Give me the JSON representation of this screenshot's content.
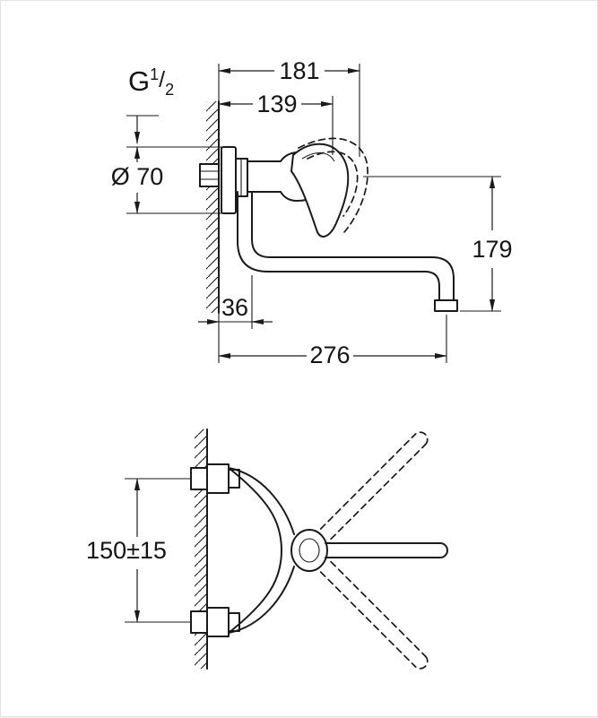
{
  "page": {
    "background": "#ffffff",
    "line_color": "#1a1a1a"
  },
  "dims": {
    "overall_width": "181",
    "body_width": "139",
    "thread": {
      "prefix": "G",
      "numerator": "1",
      "slash": "/",
      "denominator": "2"
    },
    "flange_diameter": "Ø 70",
    "spout_drop": "179",
    "wall_offset": "36",
    "spout_reach": "276",
    "mount_distance": "150±15"
  }
}
